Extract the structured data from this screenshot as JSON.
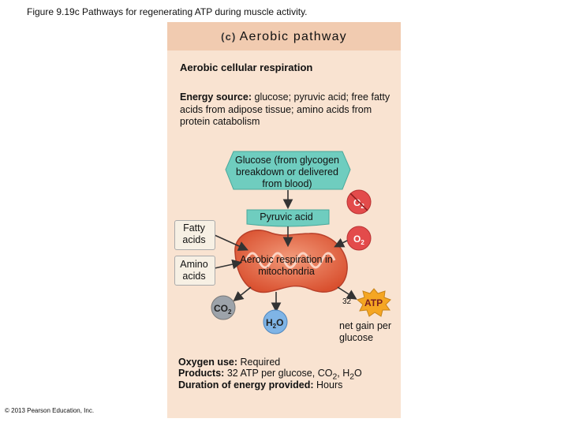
{
  "figure_title": "Figure 9.19c Pathways for regenerating ATP during muscle activity.",
  "panel": {
    "letter": "(c)",
    "title": "Aerobic pathway",
    "subtitle": "Aerobic cellular respiration",
    "energy_label": "Energy source:",
    "energy_text": " glucose; pyruvic acid; free fatty acids from adipose tissue; amino acids from protein catabolism"
  },
  "nodes": {
    "glucose": "Glucose (from glycogen breakdown or delivered from blood)",
    "pyruvic": "Pyruvic acid",
    "fatty": "Fatty acids",
    "amino": "Amino acids",
    "mito": "Aerobic respiration in mitochondria",
    "o2": "O",
    "o2_sub": "2",
    "co2": "CO",
    "co2_sub": "2",
    "h2o_h": "H",
    "h2o_sub": "2",
    "h2o_o": "O",
    "atp": "ATP",
    "atp_count": "32",
    "net_gain": "net gain per glucose"
  },
  "summary": {
    "oxygen_label": "Oxygen use:",
    "oxygen_value": " Required",
    "products_label": "Products:",
    "products_value": " 32 ATP per glucose, CO",
    "products_sub1": "2",
    "products_mid": ", H",
    "products_sub2": "2",
    "products_end": "O",
    "duration_label": "Duration of energy provided:",
    "duration_value": " Hours"
  },
  "copyright": "© 2013 Pearson Education, Inc.",
  "colors": {
    "panel_bg": "#f9e3d1",
    "header_bg": "#f1cbb0",
    "teal": "#6fcdbf",
    "mito": "#e0654a",
    "o2_red": "#e34b4b",
    "co2_gray": "#9da3aa",
    "h2o_blue": "#7fb4e6",
    "atp_orange": "#f5a623"
  }
}
